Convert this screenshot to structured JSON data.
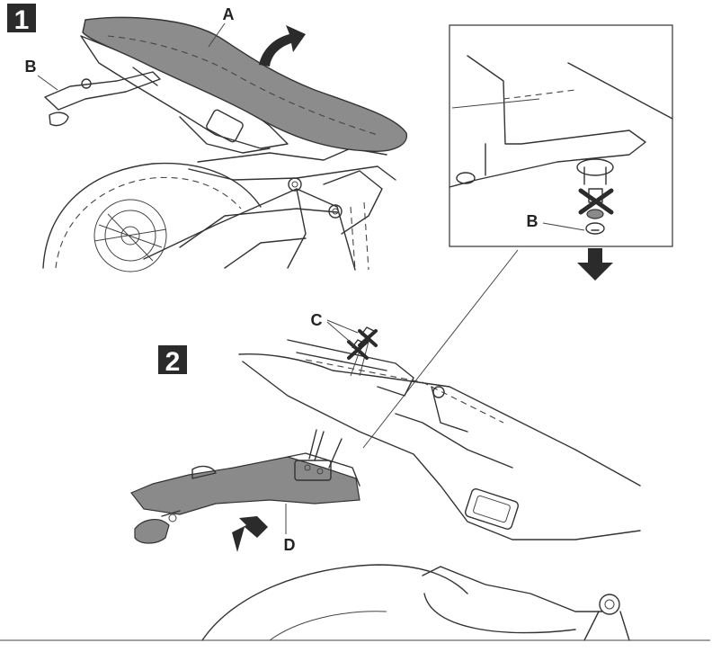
{
  "steps": [
    {
      "number": "1"
    },
    {
      "number": "2"
    }
  ],
  "labels": {
    "A": "A",
    "B_step1": "B",
    "B_detail": "B",
    "C": "C",
    "D": "D"
  },
  "icons": {
    "remove_mark": "cross-out-icon",
    "direction_arrow": "arrow-icon"
  },
  "colors": {
    "step_badge": "#2b2b2b",
    "highlighted_part": "#8c8c8c",
    "line": "#333333"
  }
}
